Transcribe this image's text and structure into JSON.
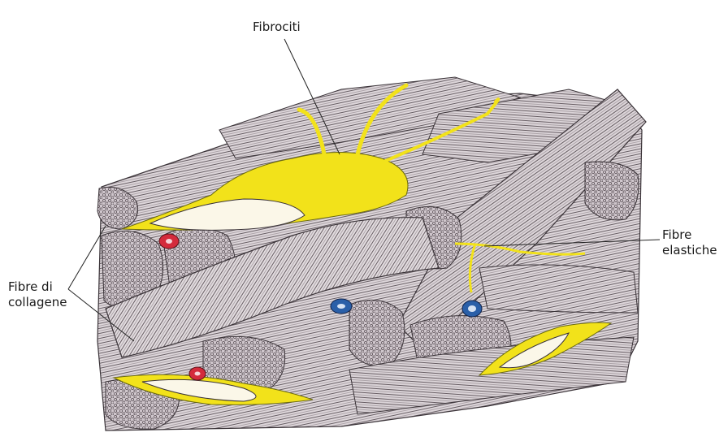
{
  "labels": {
    "fibrociti": "Fibrociti",
    "fibre_elastiche_line1": "Fibre",
    "fibre_elastiche_line2": "elastiche",
    "fibre_collagene_line1": "Fibre di",
    "fibre_collagene_line2": "collagene"
  },
  "colors": {
    "background": "#ffffff",
    "collagen_fill": "#d9d2d6",
    "collagen_stroke": "#3a3338",
    "bundle_end": "#cfc6cc",
    "fibroblast_yellow": "#f2e21a",
    "nucleus_fill": "#fbf7e8",
    "vessel_red": "#d42b3c",
    "vessel_blue": "#2a5fa8",
    "leader_line": "#222222"
  }
}
